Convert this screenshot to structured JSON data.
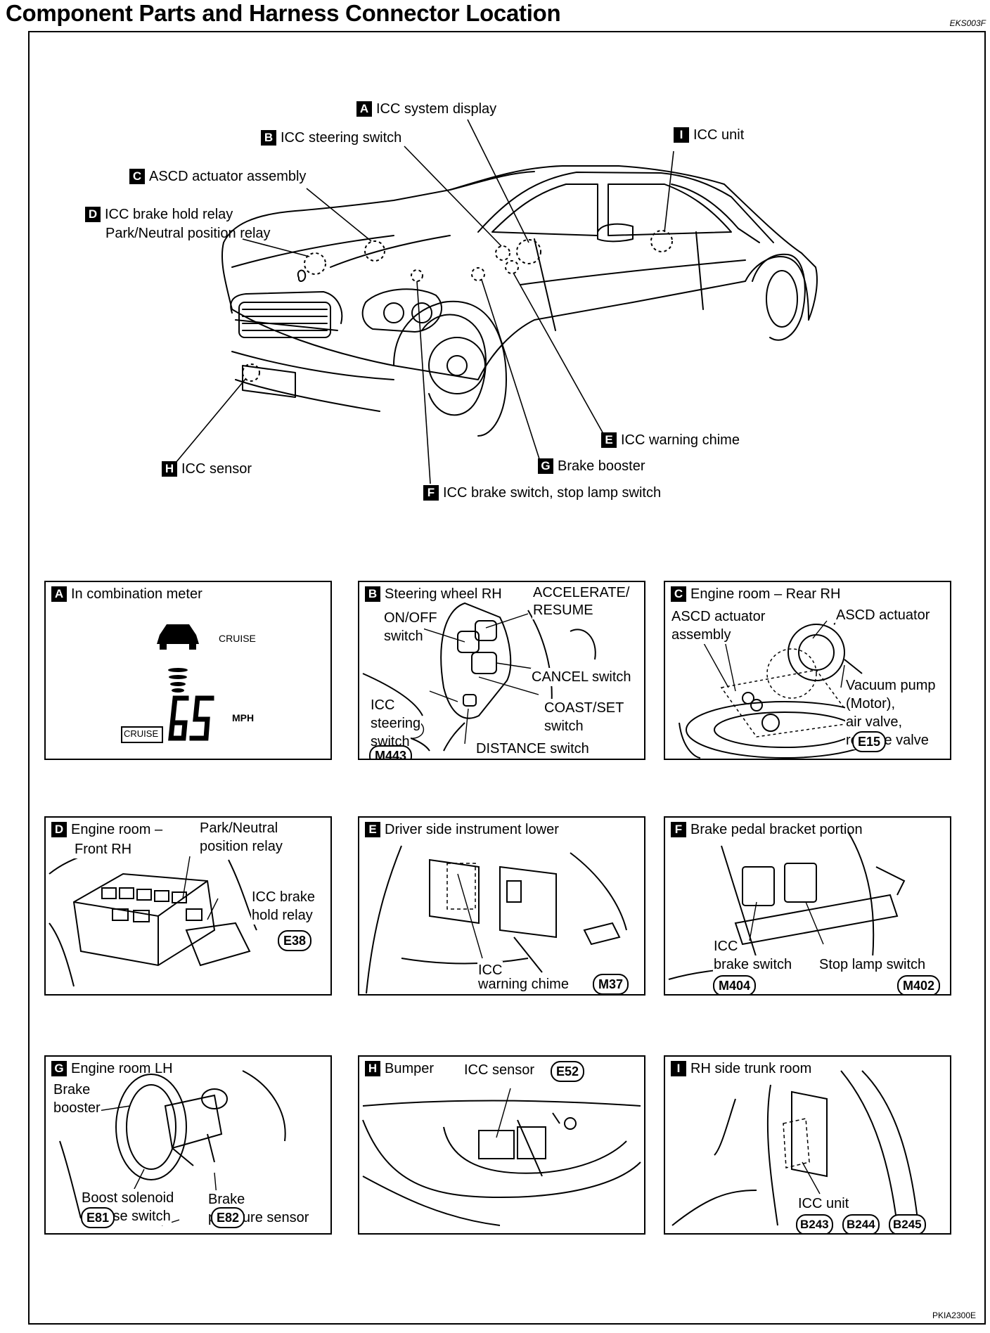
{
  "header": {
    "title": "Component Parts and Harness Connector Location",
    "code": "EKS003F"
  },
  "footer": {
    "code": "PKIA2300E"
  },
  "callouts": [
    {
      "letter": "A",
      "text": "ICC system display"
    },
    {
      "letter": "B",
      "text": "ICC steering switch"
    },
    {
      "letter": "C",
      "text": "ASCD actuator assembly"
    },
    {
      "letter": "D",
      "text": "ICC brake hold relay",
      "text2": "Park/Neutral position relay"
    },
    {
      "letter": "I",
      "text": "ICC unit"
    },
    {
      "letter": "E",
      "text": "ICC warning chime"
    },
    {
      "letter": "G",
      "text": "Brake booster"
    },
    {
      "letter": "F",
      "text": "ICC brake switch, stop lamp switch"
    },
    {
      "letter": "H",
      "text": "ICC sensor"
    }
  ],
  "panels": {
    "A": {
      "letter": "A",
      "title": "In combination meter",
      "cruise_icon_text": "CRUISE",
      "cruise_box": "CRUISE",
      "speed": "65",
      "unit": "MPH"
    },
    "B": {
      "letter": "B",
      "title": "Steering wheel RH",
      "accel": "ACCELERATE/",
      "resume": "RESUME",
      "onoff1": "ON/OFF",
      "onoff2": "switch",
      "cancel": "CANCEL switch",
      "icc1": "ICC",
      "icc2": "steering",
      "icc3": "switch",
      "coast1": "COAST/SET",
      "coast2": "switch",
      "distance": "DISTANCE switch",
      "connector": "M443"
    },
    "C": {
      "letter": "C",
      "title": "Engine room – Rear RH",
      "asm1": "ASCD actuator",
      "asm2": "assembly",
      "act": "ASCD actuator",
      "vac1": "Vacuum pump",
      "vac2": "(Motor),",
      "vac3": "air valve,",
      "vac4": "release valve",
      "connector": "E15"
    },
    "D": {
      "letter": "D",
      "title1": "Engine room –",
      "title2": "Front RH",
      "pn1": "Park/Neutral",
      "pn2": "position relay",
      "hold1": "ICC brake",
      "hold2": "hold relay",
      "connector": "E38"
    },
    "E": {
      "letter": "E",
      "title": "Driver side instrument lower",
      "icc1": "ICC",
      "icc2": "warning chime",
      "connector": "M37"
    },
    "F": {
      "letter": "F",
      "title": "Brake pedal bracket portion",
      "icc1": "ICC",
      "icc2": "brake switch",
      "stop": "Stop lamp switch",
      "connector1": "M404",
      "connector2": "M402"
    },
    "G": {
      "letter": "G",
      "title": "Engine room LH",
      "bb1": "Brake",
      "bb2": "booster",
      "bs1": "Boost solenoid",
      "bs2": "release switch",
      "bp1": "Brake",
      "bp2": "pressure sensor",
      "connector1": "E81",
      "connector2": "E82"
    },
    "H": {
      "letter": "H",
      "title": "Bumper",
      "label": "ICC sensor",
      "connector": "E52"
    },
    "I": {
      "letter": "I",
      "title": "RH side trunk room",
      "label": "ICC unit",
      "connector1": "B243",
      "connector2": "B244",
      "connector3": "B245"
    }
  }
}
